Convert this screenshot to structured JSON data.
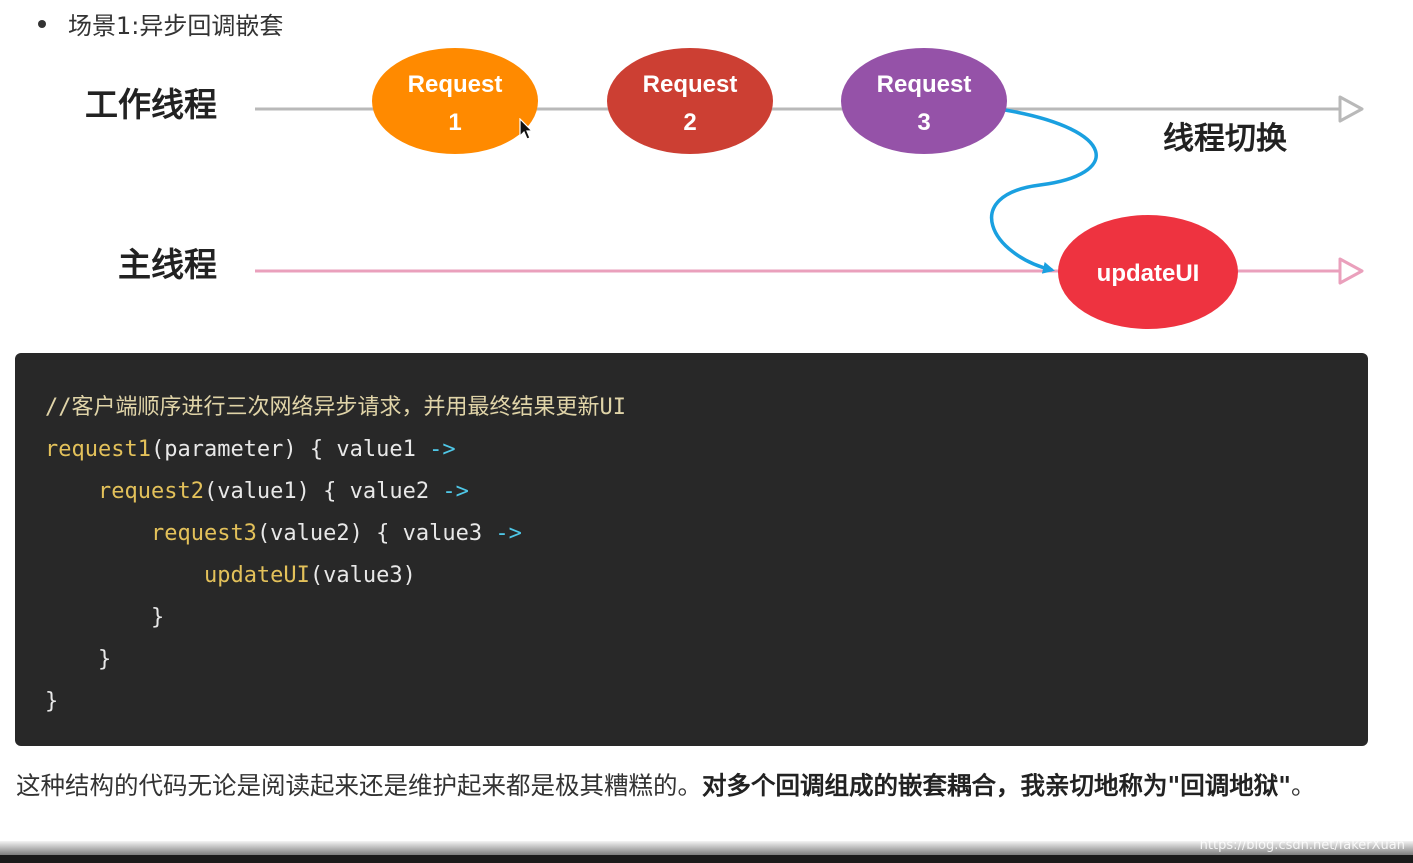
{
  "heading": {
    "bullet_text": "场景1:异步回调嵌套"
  },
  "diagram": {
    "worker_thread_label": "工作线程",
    "main_thread_label": "主线程",
    "thread_switch_label": "线程切换",
    "nodes": [
      {
        "line1": "Request",
        "line2": "1",
        "color": "#ff8a00"
      },
      {
        "line1": "Request",
        "line2": "2",
        "color": "#cc3f33"
      },
      {
        "line1": "Request",
        "line2": "3",
        "color": "#9552a8"
      },
      {
        "line1": "updateUI",
        "line2": "",
        "color": "#ee3340"
      }
    ],
    "worker_line_color": "#b9b9b9",
    "main_line_color": "#eaa0bc",
    "switch_arrow_color": "#1aa0e0"
  },
  "code": {
    "comment": "//客户端顺序进行三次网络异步请求，并用最终结果更新UI",
    "line1": {
      "func": "request1",
      "args": "(parameter) { value1 ",
      "arrow": "->"
    },
    "line2": {
      "func": "request2",
      "args": "(value1) { value2 ",
      "arrow": "->"
    },
    "line3": {
      "func": "request3",
      "args": "(value2) { value3 ",
      "arrow": "->"
    },
    "line4": {
      "func": "updateUI",
      "args": "(value3)"
    },
    "close_brace": "}"
  },
  "paragraph": {
    "normal": "这种结构的代码无论是阅读起来还是维护起来都是极其糟糕的。",
    "bold": "对多个回调组成的嵌套耦合，我亲切地称为\"回调地狱\"",
    "tail": "。"
  },
  "watermark": "https://blog.csdn.net/fakerXuan"
}
